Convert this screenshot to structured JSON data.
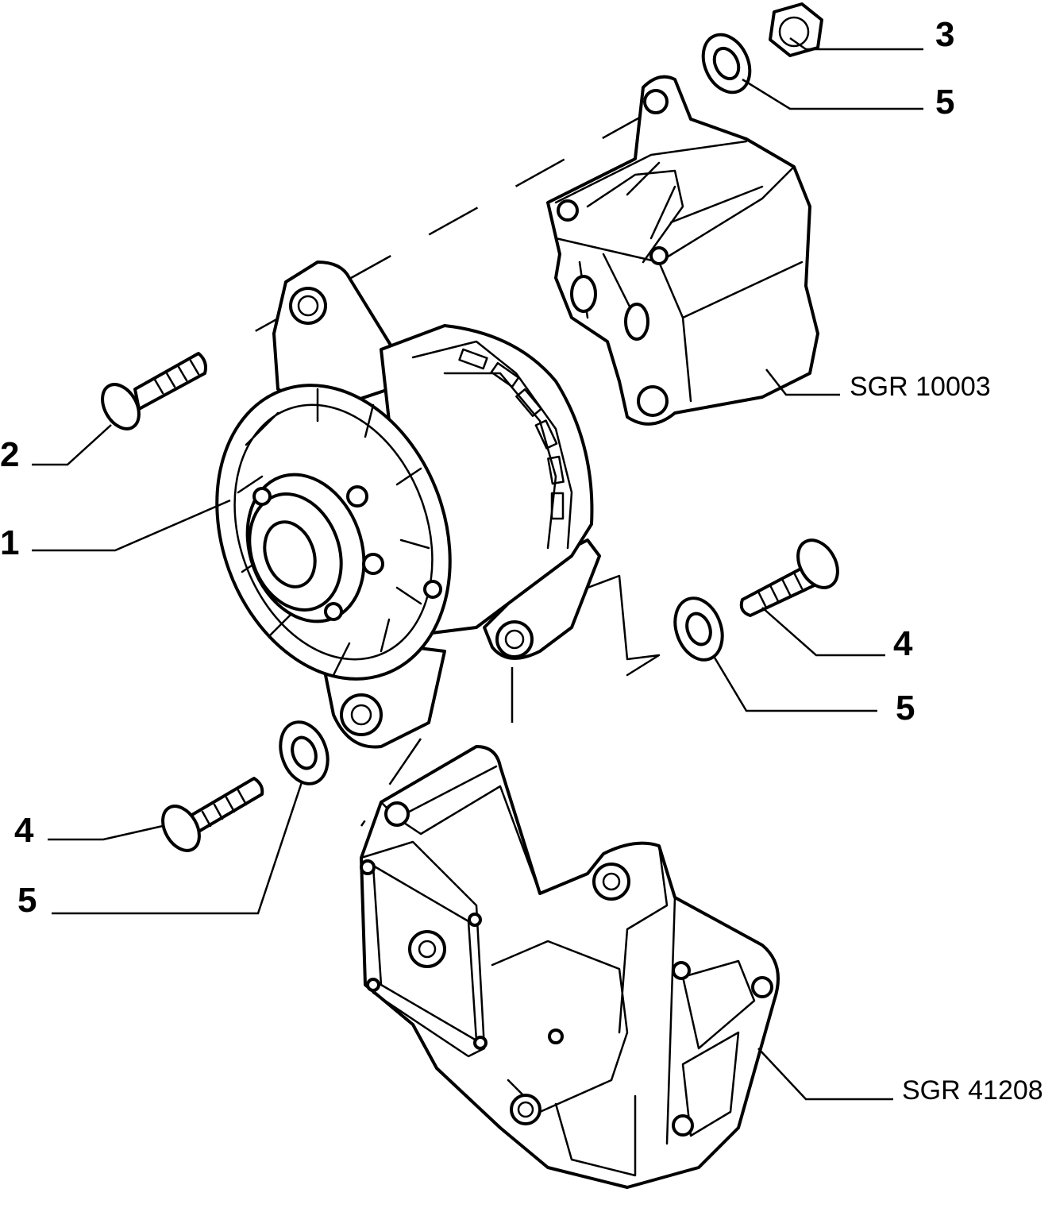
{
  "callouts": {
    "c3": "3",
    "c5_top": "5",
    "c2": "2",
    "c1": "1",
    "c4_right": "4",
    "c5_right": "5",
    "c4_left": "4",
    "c5_left": "5"
  },
  "references": {
    "upper_bracket": "SGR 10003",
    "lower_bracket": "SGR 41208"
  }
}
